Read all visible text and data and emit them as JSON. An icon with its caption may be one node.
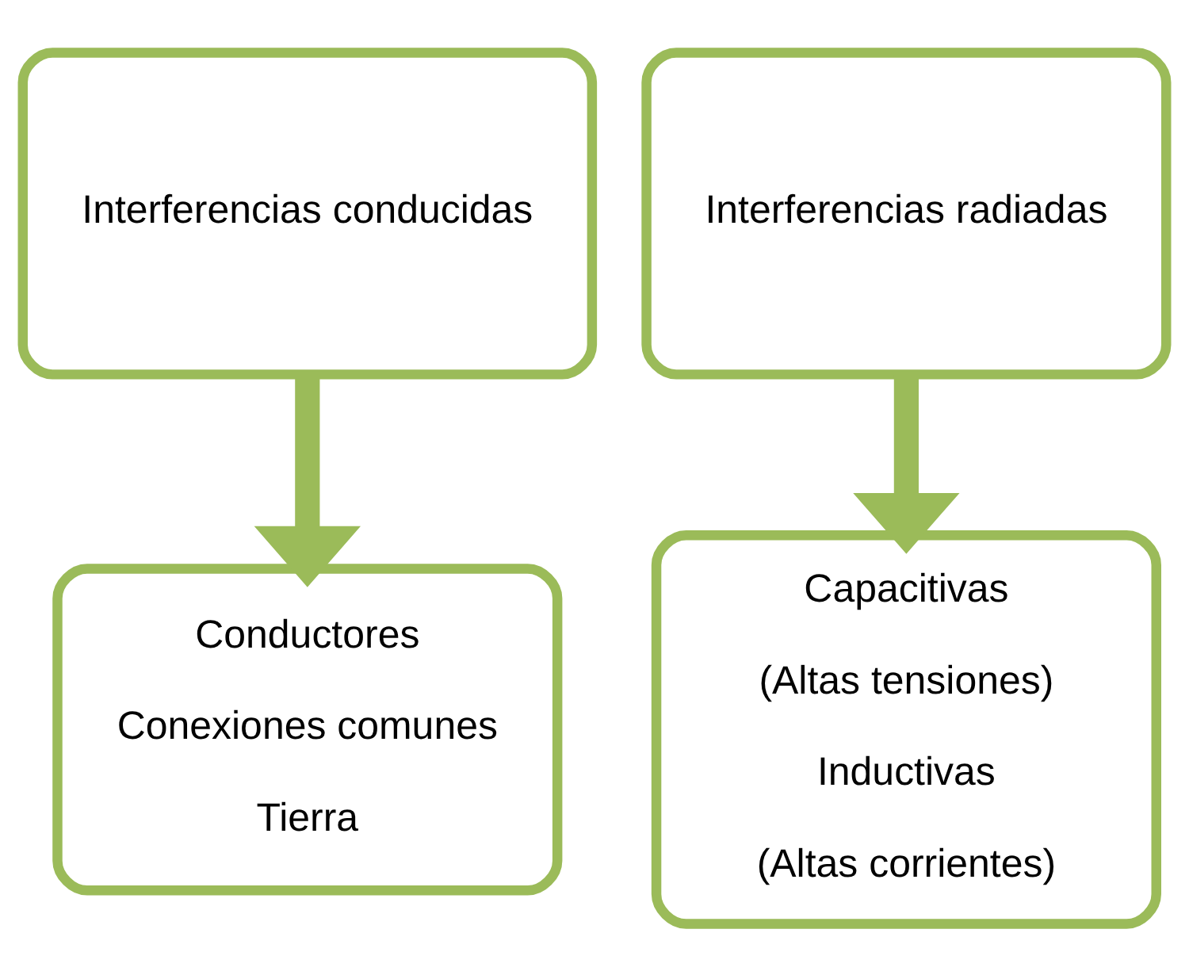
{
  "diagram": {
    "nodes": [
      {
        "text": [
          "Interferencias conducidas"
        ]
      },
      {
        "text": [
          "Interferencias radiadas"
        ]
      },
      {
        "text": [
          "Conductores",
          "Conexiones comunes",
          "Tierra"
        ]
      },
      {
        "text": [
          "Capacitivas",
          "(Altas tensiones)",
          "Inductivas",
          "(Altas corrientes)"
        ]
      }
    ],
    "edges": [
      {
        "from": 0,
        "to": 2,
        "arrow": "to"
      },
      {
        "from": 1,
        "to": 3,
        "arrow": "to"
      }
    ]
  }
}
